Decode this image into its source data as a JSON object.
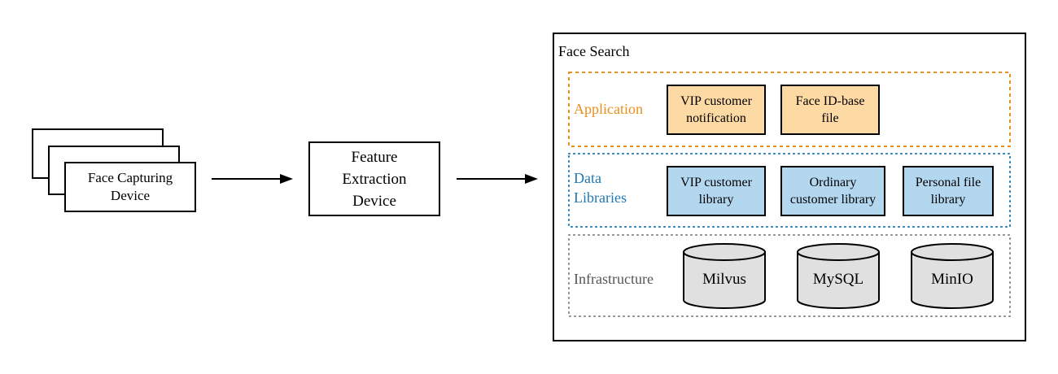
{
  "capture": {
    "label": "Face Capturing Device"
  },
  "feature": {
    "label": "Feature Extraction Device"
  },
  "search": {
    "title": "Face Search",
    "application": {
      "label": "Application",
      "color": "#e8901e",
      "items": [
        "VIP customer notification",
        "Face ID-base file"
      ]
    },
    "data_libraries": {
      "label": "Data Libraries",
      "color": "#1f78b4",
      "items": [
        "VIP customer library",
        "Ordinary customer library",
        "Personal file library"
      ]
    },
    "infrastructure": {
      "label": "Infrastructure",
      "color": "#888888",
      "items": [
        "Milvus",
        "MySQL",
        "MinIO"
      ]
    }
  },
  "colors": {
    "application_fill": "#fdd9a4",
    "data_fill": "#b4d7f0",
    "database_fill": "#e0e0e0"
  }
}
